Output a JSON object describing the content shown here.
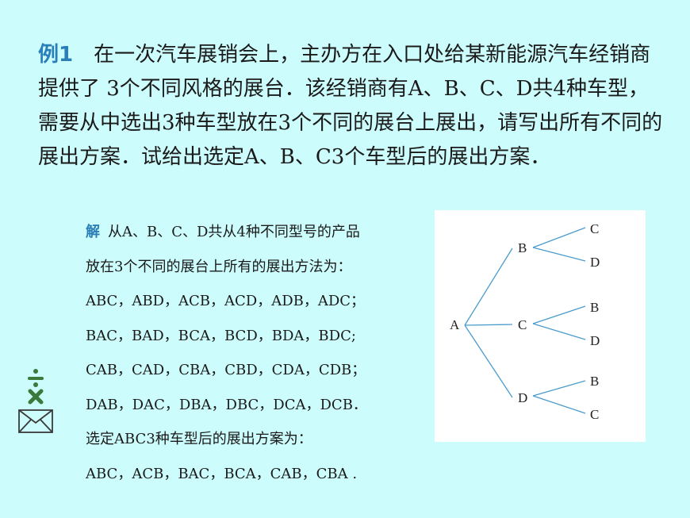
{
  "problem": {
    "label": "例1",
    "text": "在一次汽车展销会上，主办方在入口处给某新能源汽车经销商提供了 3个不同风格的展台．该经销商有A、B、C、D共4种车型，需要从中选出3种车型放在3个不同的展台上展出，请写出所有不同的展出方案．试给出选定A、B、C3个车型后的展出方案．"
  },
  "solution": {
    "label": "解",
    "line1": "从A、B、C、D共从4种不同型号的产品",
    "line2": "放在3个不同的展台上所有的展出方法为：",
    "line3": "ABC，ABD，ACB，ACD，ADB，ADC；",
    "line4": "BAC，BAD，BCA，BCD，BDA，BDC;",
    "line5": "CAB，CAD，CBA，CBD，CDA，CDB；",
    "line6": "DAB，DAC，DBA，DBC，DCA，DCB．",
    "line7": "选定ABC3种车型后的展出方案为：",
    "line8": "ABC，ACB，BAC，BCA，CAB，CBA ."
  },
  "tree": {
    "root": "A",
    "level1": [
      "B",
      "C",
      "D"
    ],
    "level2": [
      [
        "C",
        "D"
      ],
      [
        "B",
        "D"
      ],
      [
        "B",
        "C"
      ]
    ]
  },
  "colors": {
    "background": "#ccfcfb",
    "accent": "#2b7fb9",
    "tree_line": "#4a9ccc"
  },
  "icons": [
    "math-operators-icon",
    "envelope-icon"
  ]
}
